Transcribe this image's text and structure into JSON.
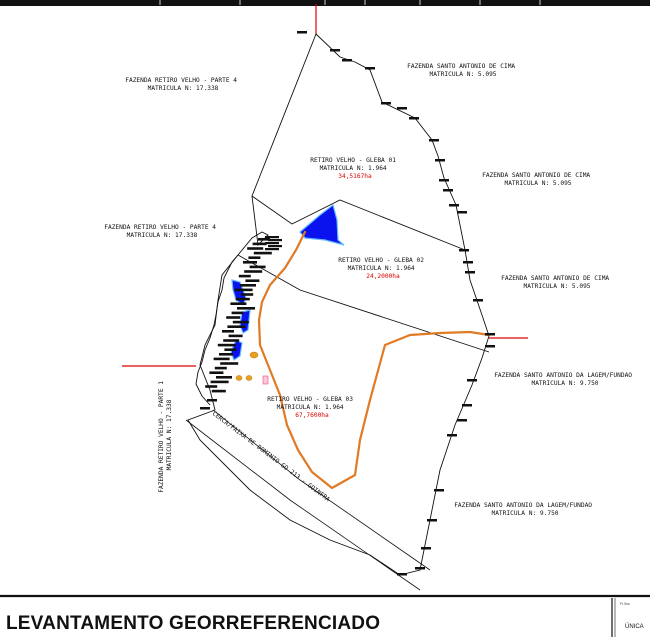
{
  "labels": {
    "retiro_velho_parte4_top": [
      "FAZENDA RETIRO VELHO - PARTE 4",
      "MATRICULA N: 17.338"
    ],
    "retiro_velho_parte4_mid": [
      "FAZENDA RETIRO VELHO - PARTE 4",
      "MATRICULA N: 17.338"
    ],
    "santo_antonio_cima_1": [
      "FAZENDA SANTO ANTONIO DE CIMA",
      "MATRICULA N: 5.095"
    ],
    "santo_antonio_cima_2": [
      "FAZENDA SANTO ANTONIO DE CIMA",
      "MATRICULA N: 5.095"
    ],
    "santo_antonio_cima_3": [
      "FAZENDA SANTO ANTONIO DE CIMA",
      "MATRICULA N: 5.095"
    ],
    "lagem_fundao_1": [
      "FAZENDA SANTO ANTONIO DA LAGEM/FUNDAO",
      "MATRICULA N: 9.750"
    ],
    "lagem_fundao_2": [
      "FAZENDA SANTO ANTONIO DA LAGEM/FUNDAO",
      "MATRICULA N: 9.750"
    ],
    "retiro_velho_parte1": [
      "FAZENDA RETIRO VELHO - PARTE 1",
      "MATRICULA N: 17.338"
    ],
    "road": "CERCA/FAIXA DE DOMINIO GO 213 - GOINFRA"
  },
  "glebas": [
    {
      "name": "RETIRO VELHO - GLEBA 01",
      "matricula": "MATRICULA N: 1.964",
      "area": "34,5167ha"
    },
    {
      "name": "RETIRO VELHO - GLEBA 02",
      "matricula": "MATRICULA N: 1.964",
      "area": "24,2000ha"
    },
    {
      "name": "RETIRO VELHO - GLEBA 03",
      "matricula": "MATRICULA N: 1.964",
      "area": "67,7600ha"
    }
  ],
  "title_block": {
    "title": "LEVANTAMENTO GEORREFERENCIADO",
    "side_label": "ÚNICA",
    "side_caption": "Fl./lha"
  },
  "colors": {
    "boundary": "#111111",
    "track": "#e07a25",
    "water": "#0a12ee",
    "area_text": "#e00000",
    "red_line": "#e00000"
  }
}
